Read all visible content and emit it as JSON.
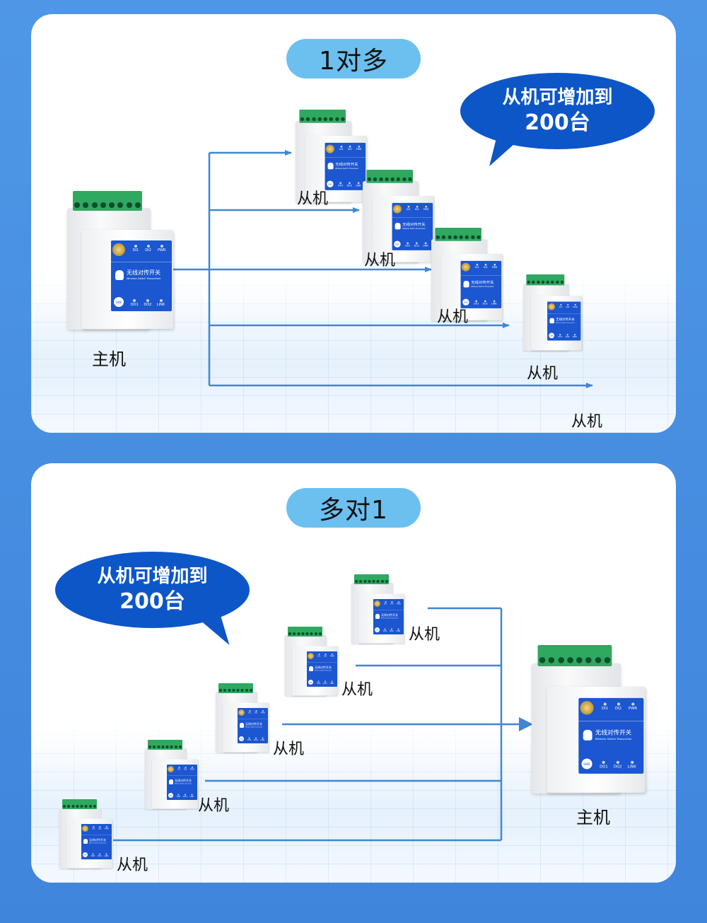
{
  "device": {
    "name": "无线对传开关",
    "subtitle": "Wireless Switch Transceiver",
    "top_leds": [
      "DI1",
      "DI2",
      "PWR"
    ],
    "bottom_leds": [
      "DO1",
      "DO2",
      "LINK"
    ],
    "button": "SWE"
  },
  "colors": {
    "pill": "#6cc0f0",
    "bubble": "#0d56c8",
    "line": "#3f86d6",
    "background": "#4a8fe2"
  },
  "one_to_many": {
    "title": "1对多",
    "bubble_line1": "从机可增加到",
    "bubble_line2": "200台",
    "master_label": "主机",
    "slave_labels": [
      "从机",
      "从机",
      "从机",
      "从机",
      "从机"
    ]
  },
  "many_to_one": {
    "title": "多对1",
    "bubble_line1": "从机可增加到",
    "bubble_line2": "200台",
    "master_label": "主机",
    "slave_labels": [
      "从机",
      "从机",
      "从机",
      "从机",
      "从机"
    ]
  }
}
